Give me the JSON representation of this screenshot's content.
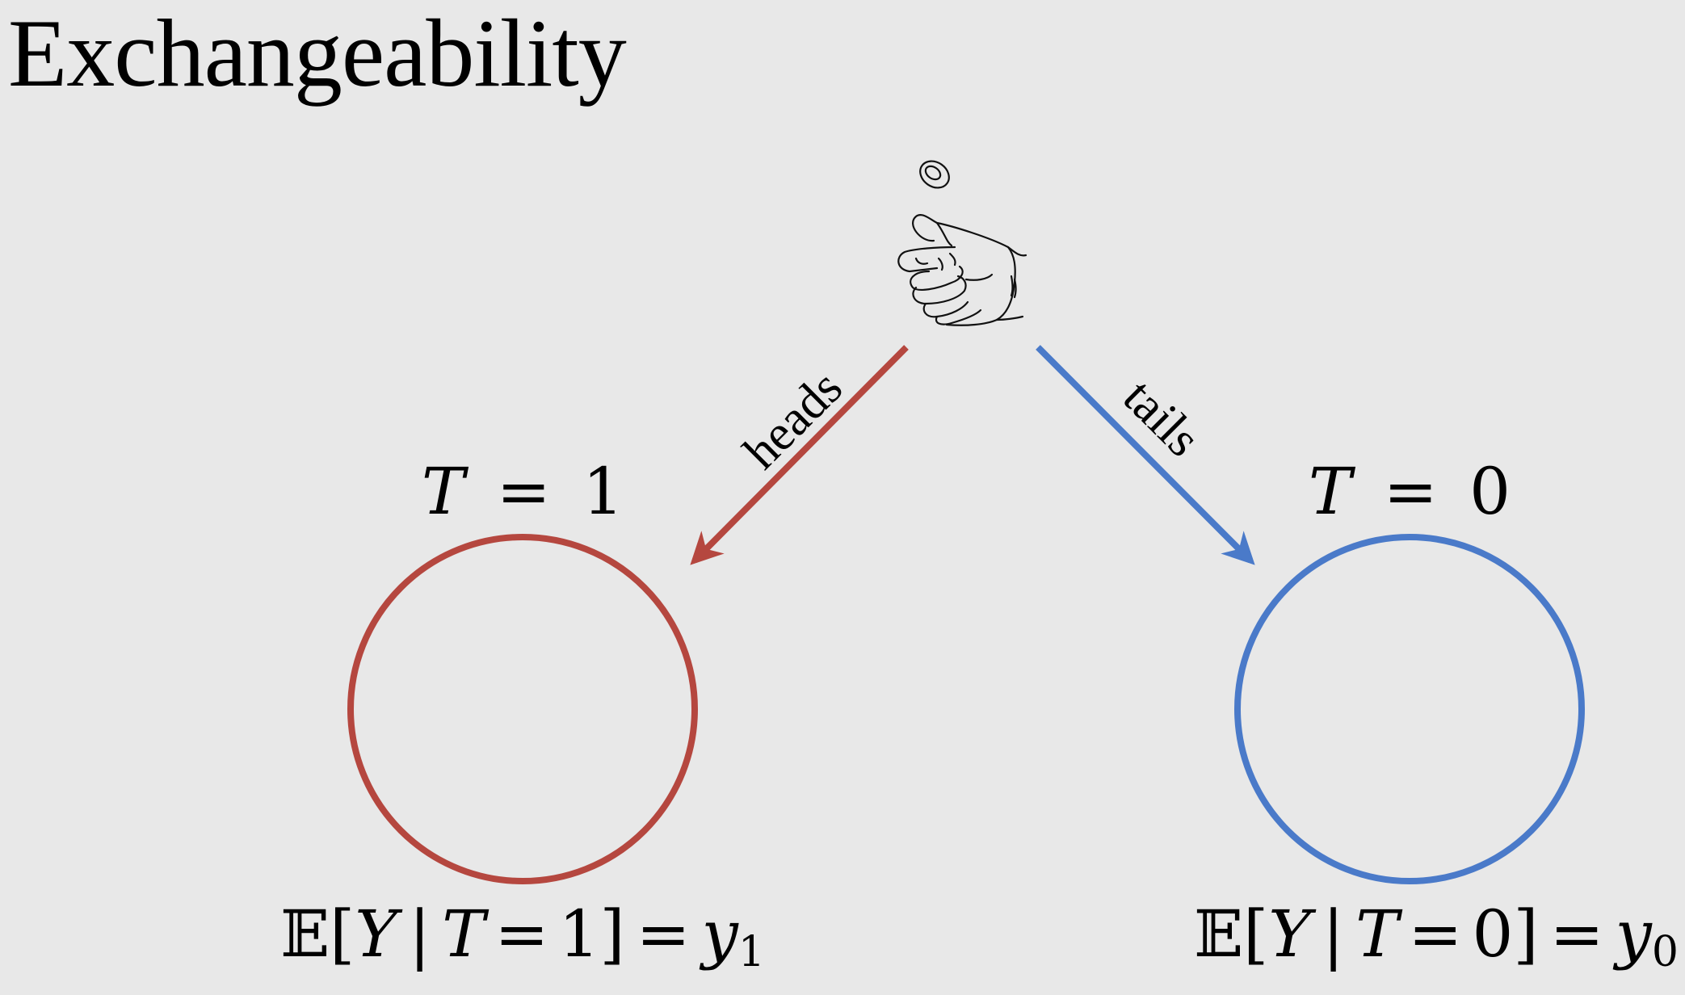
{
  "slide": {
    "title": "Exchangeability"
  },
  "diagram": {
    "colors": {
      "treated": "#b5473f",
      "control": "#4a7ac9",
      "ink": "#111111",
      "background": "#e8e8e8"
    },
    "icon": "hand-flipping-coin-icon",
    "edges": [
      {
        "label": "heads",
        "color_key": "treated"
      },
      {
        "label": "tails",
        "color_key": "control"
      }
    ],
    "groups": [
      {
        "header": {
          "var": "T",
          "eq": "=",
          "val": "1"
        },
        "expectation": {
          "E": "𝔼",
          "lb": "[",
          "Y": "Y",
          "bar": "|",
          "T": "T",
          "eq1": "=",
          "val": "1",
          "rb": "]",
          "eq2": "=",
          "y": "y",
          "sub": "1"
        }
      },
      {
        "header": {
          "var": "T",
          "eq": "=",
          "val": "0"
        },
        "expectation": {
          "E": "𝔼",
          "lb": "[",
          "Y": "Y",
          "bar": "|",
          "T": "T",
          "eq1": "=",
          "val": "0",
          "rb": "]",
          "eq2": "=",
          "y": "y",
          "sub": "0"
        }
      }
    ]
  }
}
